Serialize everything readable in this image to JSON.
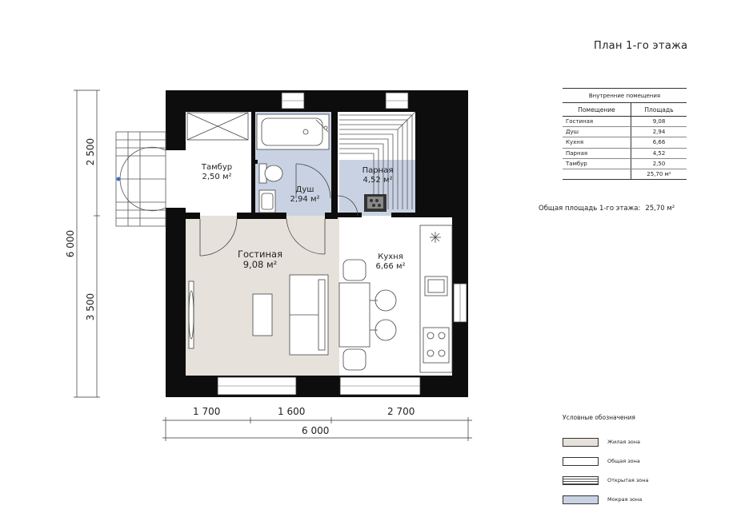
{
  "title": "План 1-го этажа",
  "rooms": {
    "tambur": {
      "name": "Тамбур",
      "area": "2,50 м²"
    },
    "dush": {
      "name": "Душ",
      "area": "2,94 м²"
    },
    "parnaya": {
      "name": "Парная",
      "area": "4,52 м²"
    },
    "gostinaya": {
      "name": "Гостиная",
      "area": "9,08 м²"
    },
    "kukhnya": {
      "name": "Кухня",
      "area": "6,66 м²"
    }
  },
  "table": {
    "caption": "Внутренние помещения",
    "headers": [
      "Помещение",
      "Площадь"
    ],
    "rows": [
      [
        "Гостиная",
        "9,08"
      ],
      [
        "Душ",
        "2,94"
      ],
      [
        "Кухня",
        "6,66"
      ],
      [
        "Парная",
        "4,52"
      ],
      [
        "Тамбур",
        "2,50"
      ]
    ],
    "total": "25,70 м²"
  },
  "total_area": {
    "label": "Общая площадь 1-го этажа:",
    "value": "25,70 м²"
  },
  "dimensions": {
    "bottom": [
      "1 700",
      "1 600",
      "2 700"
    ],
    "bottom_total": "6 000",
    "left": [
      "2 500",
      "3 500"
    ],
    "left_total": "6 000"
  },
  "legend": {
    "title": "Условные обозначения",
    "items": [
      {
        "label": "Жилая зона",
        "color": "#e6e1da",
        "pattern": "solid"
      },
      {
        "label": "Общая зона",
        "color": "#ffffff",
        "pattern": "solid"
      },
      {
        "label": "Открытая зона",
        "color": "#ffffff",
        "pattern": "stripes"
      },
      {
        "label": "Мокрая зона",
        "color": "#c9d2e3",
        "pattern": "solid"
      }
    ]
  },
  "colors": {
    "wall": "#0d0d0d",
    "living": "#e6e1da",
    "wet": "#c9d2e3"
  }
}
